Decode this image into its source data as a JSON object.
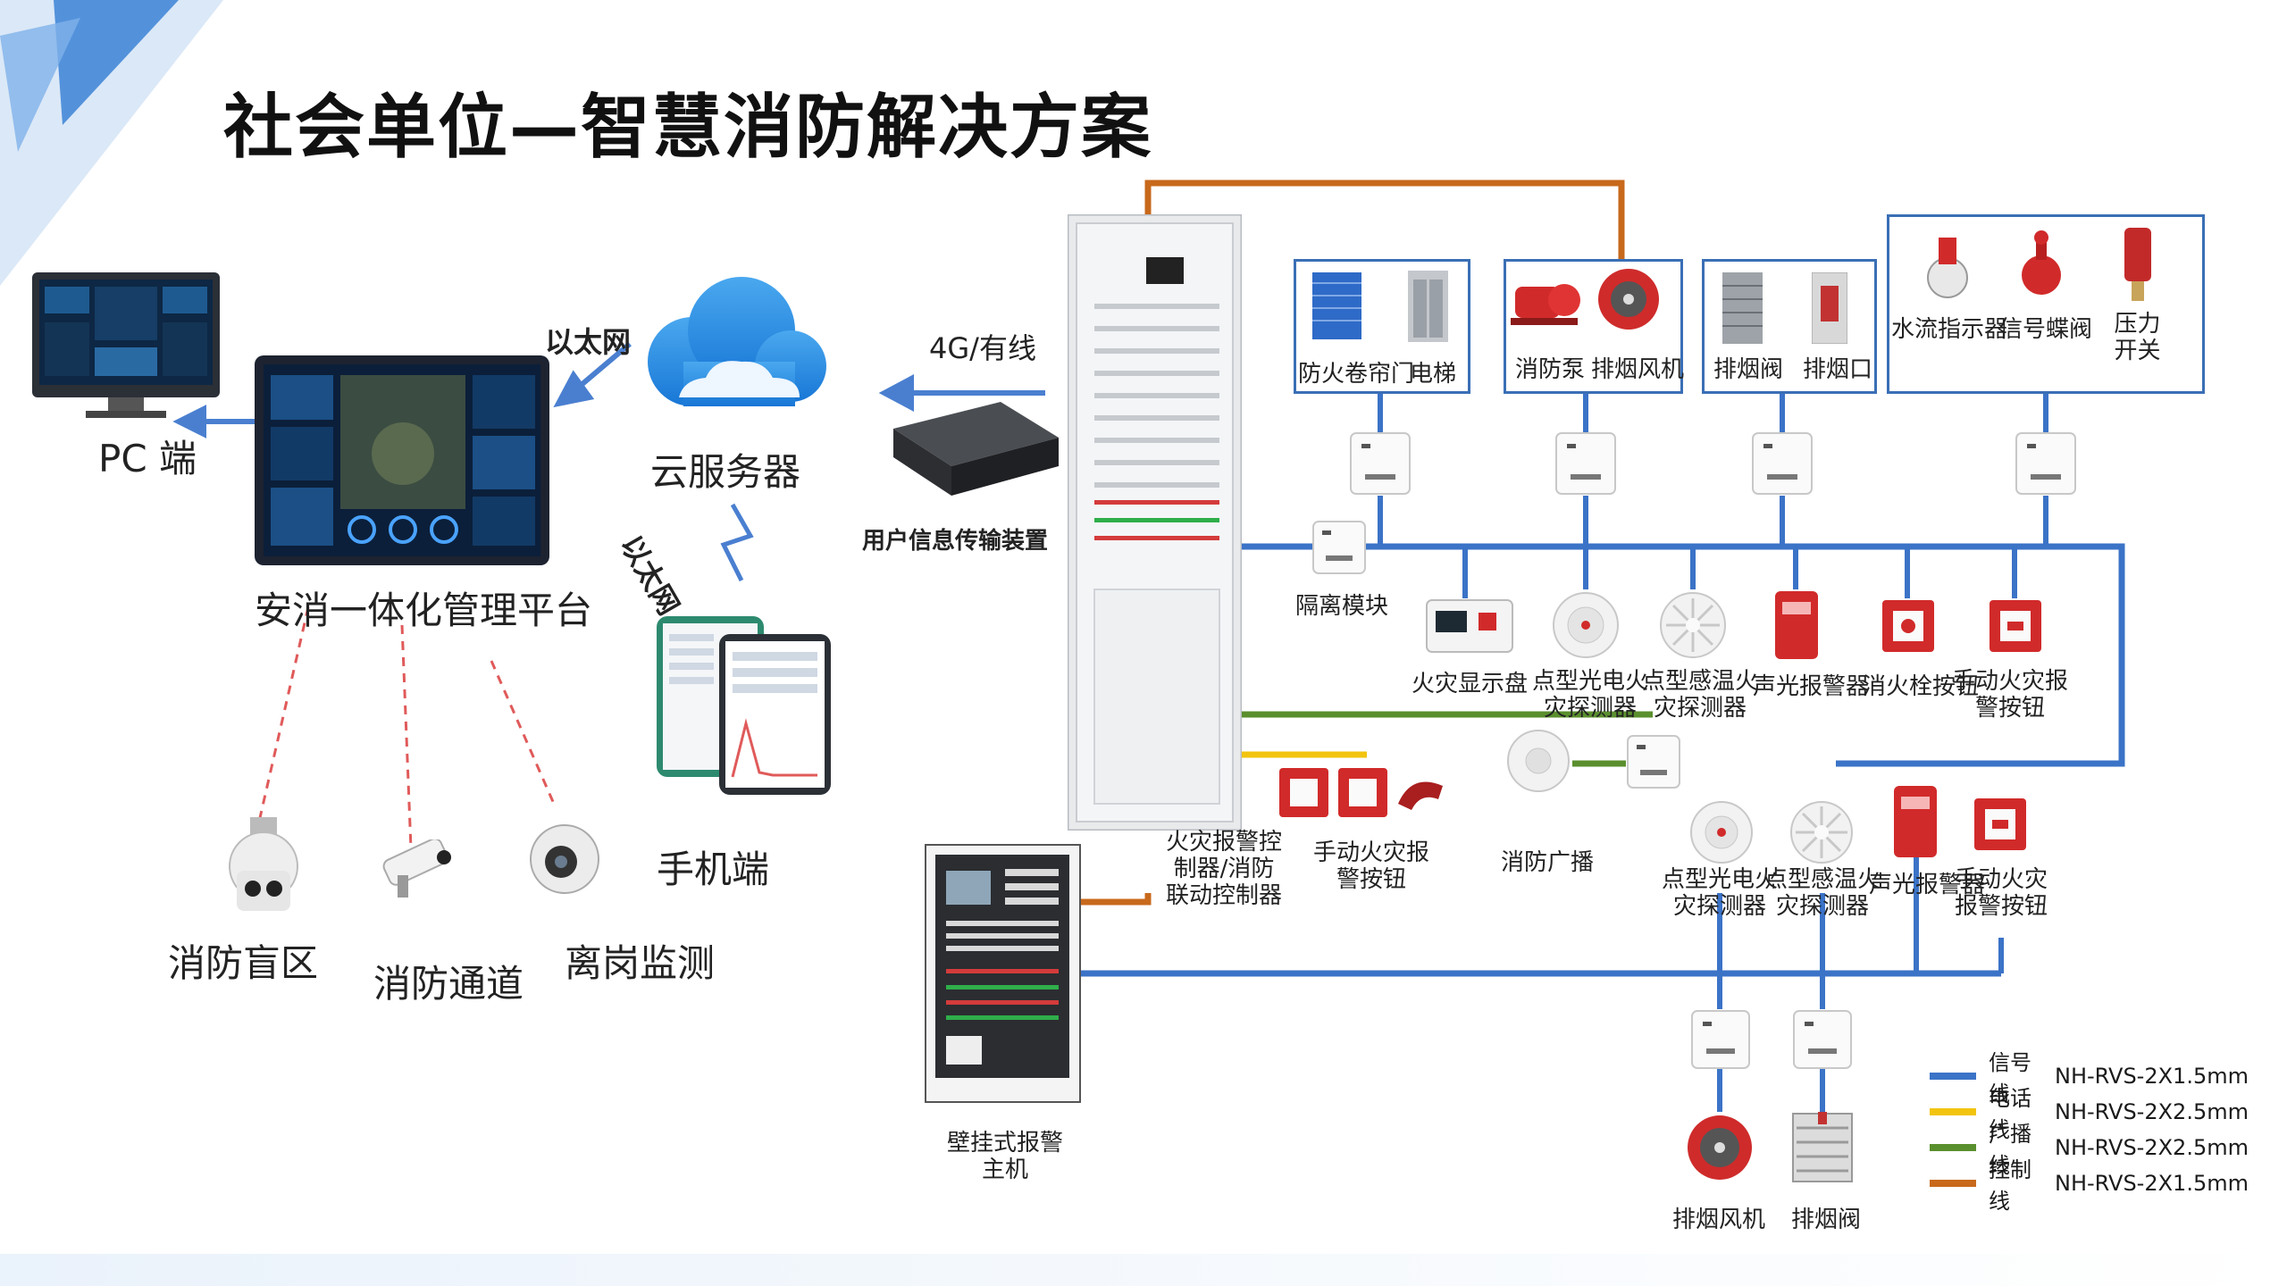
{
  "title": "社会单位—智慧消防解决方案",
  "left": {
    "pc_label": "PC 端",
    "platform_label": "安消一体化管理平台",
    "ethernet_1": "以太网",
    "cloud_label": "云服务器",
    "ethernet_2": "以太网",
    "mobile_label": "手机端",
    "cameras": [
      {
        "label": "消防盲区"
      },
      {
        "label": "消防通道"
      },
      {
        "label": "离岗监测"
      }
    ]
  },
  "center": {
    "link_label": "4G/有线",
    "transmitter_label": "用户信息传输装置",
    "cabinet_label": "火灾报警控制器/消防联动控制器",
    "wall_host_label": "壁挂式报警主机"
  },
  "top_boxes": [
    {
      "items": [
        "防火卷帘门",
        "电梯"
      ]
    },
    {
      "items": [
        "消防泵",
        "排烟风机"
      ]
    },
    {
      "items": [
        "排烟阀",
        "排烟口"
      ]
    },
    {
      "items": [
        "水流指示器",
        "信号蝶阀",
        "压力开关"
      ]
    }
  ],
  "row1": {
    "isolation": "隔离模块",
    "devices": [
      "火灾显示盘",
      "点型光电火灾探测器",
      "点型感温火灾探测器",
      "声光报警器",
      "消火栓按钮",
      "手动火灾报警按钮"
    ]
  },
  "row2": {
    "manual_button": "手动火灾报警按钮",
    "broadcast": "消防广播",
    "devices": [
      "点型光电火灾探测器",
      "点型感温火灾探测器",
      "声光报警器",
      "手动火灾报警按钮"
    ]
  },
  "bottom": {
    "devices": [
      "排烟风机",
      "排烟阀"
    ]
  },
  "legend": [
    {
      "name": "信号线",
      "spec": "NH-RVS-2X1.5mm",
      "color": "#3b73c7"
    },
    {
      "name": "电话线",
      "spec": "NH-RVS-2X2.5mm",
      "color": "#f2c40f"
    },
    {
      "name": "广播线",
      "spec": "NH-RVS-2X2.5mm",
      "color": "#5a8f2e"
    },
    {
      "name": "控制线",
      "spec": "NH-RVS-2X1.5mm",
      "color": "#c8691c"
    }
  ],
  "colors": {
    "signal": "#3b73c7",
    "phone": "#f2c40f",
    "broadcast": "#5a8f2e",
    "control": "#c8691c",
    "arrow": "#4a7fd0",
    "red_device": "#d42a2a"
  }
}
